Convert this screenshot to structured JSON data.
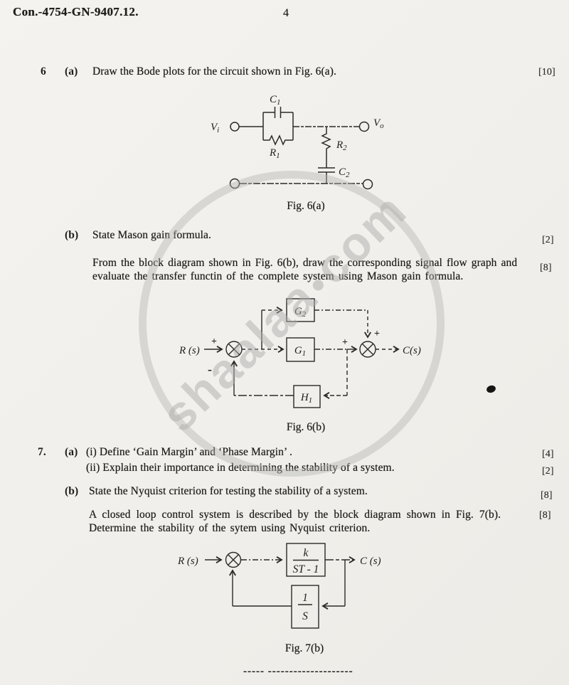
{
  "document": {
    "exam_code": "Con.-4754-GN-9407.12.",
    "page_number": "4",
    "footer_dashes": "----- --------------------"
  },
  "watermark": {
    "word": "shaalaa",
    "tld": "com"
  },
  "q6": {
    "number": "6",
    "a": {
      "label": "(a)",
      "text": "Draw the Bode plots for the circuit shown in Fig. 6(a).",
      "marks": "[10]"
    },
    "fig_a_caption": "Fig. 6(a)",
    "b": {
      "label": "(b)",
      "text": "State Mason gain formula.",
      "marks": "[2]",
      "para_line1": "From the block diagram shown in Fig. 6(b), draw the corresponding signal flow graph and",
      "para_line2": "evaluate the transfer functin of the complete system using Mason gain formula.",
      "para_marks": "[8]"
    },
    "fig_b_caption": "Fig. 6(b)"
  },
  "q7": {
    "number": "7.",
    "a": {
      "label": "(a)",
      "i_text": "(i) Define ‘Gain Margin’ and ‘Phase Margin’ .",
      "i_marks": "[4]",
      "ii_text": "(ii) Explain their importance in determining the stability of a system.",
      "ii_marks": "[2]"
    },
    "b": {
      "label": "(b)",
      "text": "State the Nyquist criterion for testing the stability of a system.",
      "marks": "[8]",
      "para_line1": "A closed loop control system is described by the block diagram shown in Fig. 7(b).",
      "para_marks": "[8]",
      "para_line2": "Determine the stability of the sytem using Nyquist criterion."
    },
    "fig_caption": "Fig. 7(b)"
  },
  "circuit": {
    "vin": "V",
    "vin_sub": "i",
    "vout": "V",
    "vout_sub": "o",
    "c1": "C",
    "c1_sub": "1",
    "r1": "R",
    "r1_sub": "1",
    "r2": "R",
    "r2_sub": "2",
    "c2": "C",
    "c2_sub": "2"
  },
  "block6b": {
    "input": "R (s)",
    "output": "C(s)",
    "g2": "G",
    "g2_sub": "2",
    "g1": "G",
    "g1_sub": "1",
    "h1": "H",
    "h1_sub": "1",
    "sign_plus_input": "+",
    "sign_minus_feedback": "-",
    "sign_plus_g1": "+",
    "sign_plus_g2": "+"
  },
  "block7b": {
    "input": "R (s)",
    "output": "C (s)",
    "forward_num": "k",
    "forward_den": "ST - 1",
    "feedback_num": "1",
    "feedback_den": "S"
  }
}
